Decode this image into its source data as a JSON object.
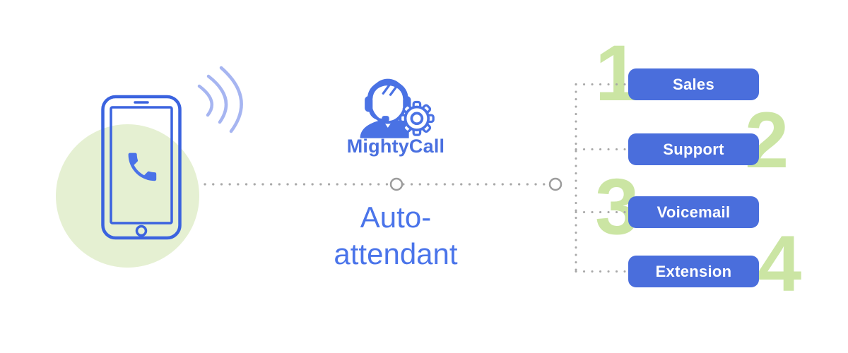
{
  "attendant": {
    "brand": "MightyCall",
    "title_line1": "Auto-",
    "title_line2": "attendant"
  },
  "menu": {
    "options": [
      {
        "number": "1",
        "label": "Sales"
      },
      {
        "number": "2",
        "label": "Support"
      },
      {
        "number": "3",
        "label": "Voicemail"
      },
      {
        "number": "4",
        "label": "Extension"
      }
    ]
  },
  "icons": {
    "caller": "smartphone-call-icon",
    "ringing": "sound-waves-icon",
    "attendant": "support-agent-gear-icon",
    "connector_node": "circle-node-icon"
  },
  "colors": {
    "button_blue": "#4a6edc",
    "phone_outline_blue": "#3b63df",
    "handset_blue": "#4a72e8",
    "logo_blue": "#4a72e4",
    "brand_text_blue": "#4a70e0",
    "title_blue": "#4a74ea",
    "wave_blue": "#a6b5f1",
    "highlight_green": "#e5f0d2",
    "number_green": "#cbe5a3",
    "connector_gray": "#a8a8a8",
    "button_text": "#ffffff"
  }
}
